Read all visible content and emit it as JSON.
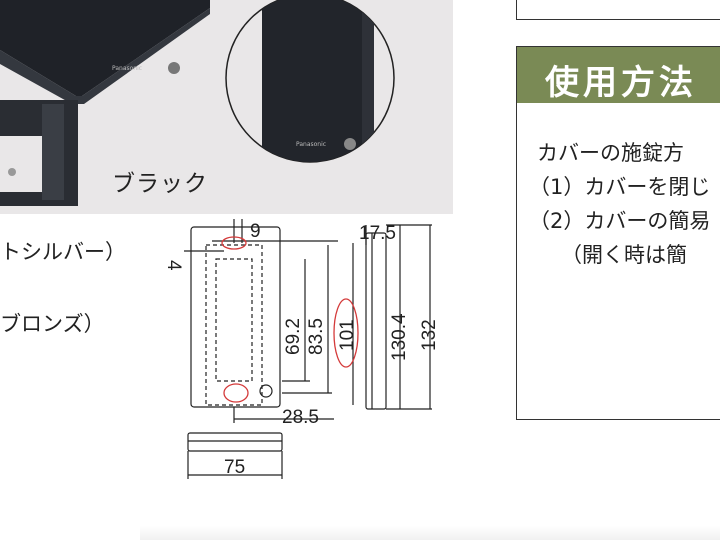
{
  "photo": {
    "brand_text": "Panasonic",
    "caption": "ブラック"
  },
  "color_list": [
    "トシルバー）",
    "ブロンズ）"
  ],
  "usage": {
    "title": "使用方法",
    "lines": [
      "カバーの施錠方",
      "（1）カバーを閉じ",
      "（2）カバーの簡易",
      "（開く時は簡"
    ]
  },
  "dimensions": {
    "top_width": "9",
    "side_depth": "17.5",
    "top_offset": "4",
    "h_inner": "69.2",
    "h_mid": "83.5",
    "h_marked": "101",
    "h_side_inner": "130.4",
    "h_side_outer": "132",
    "w_right": "28.5",
    "w_total": "75"
  },
  "colors": {
    "panel_bg": "#e9e7e8",
    "device_body": "#22252b",
    "header_green": "#7a8a55",
    "red_marks": "#d43a3a"
  }
}
